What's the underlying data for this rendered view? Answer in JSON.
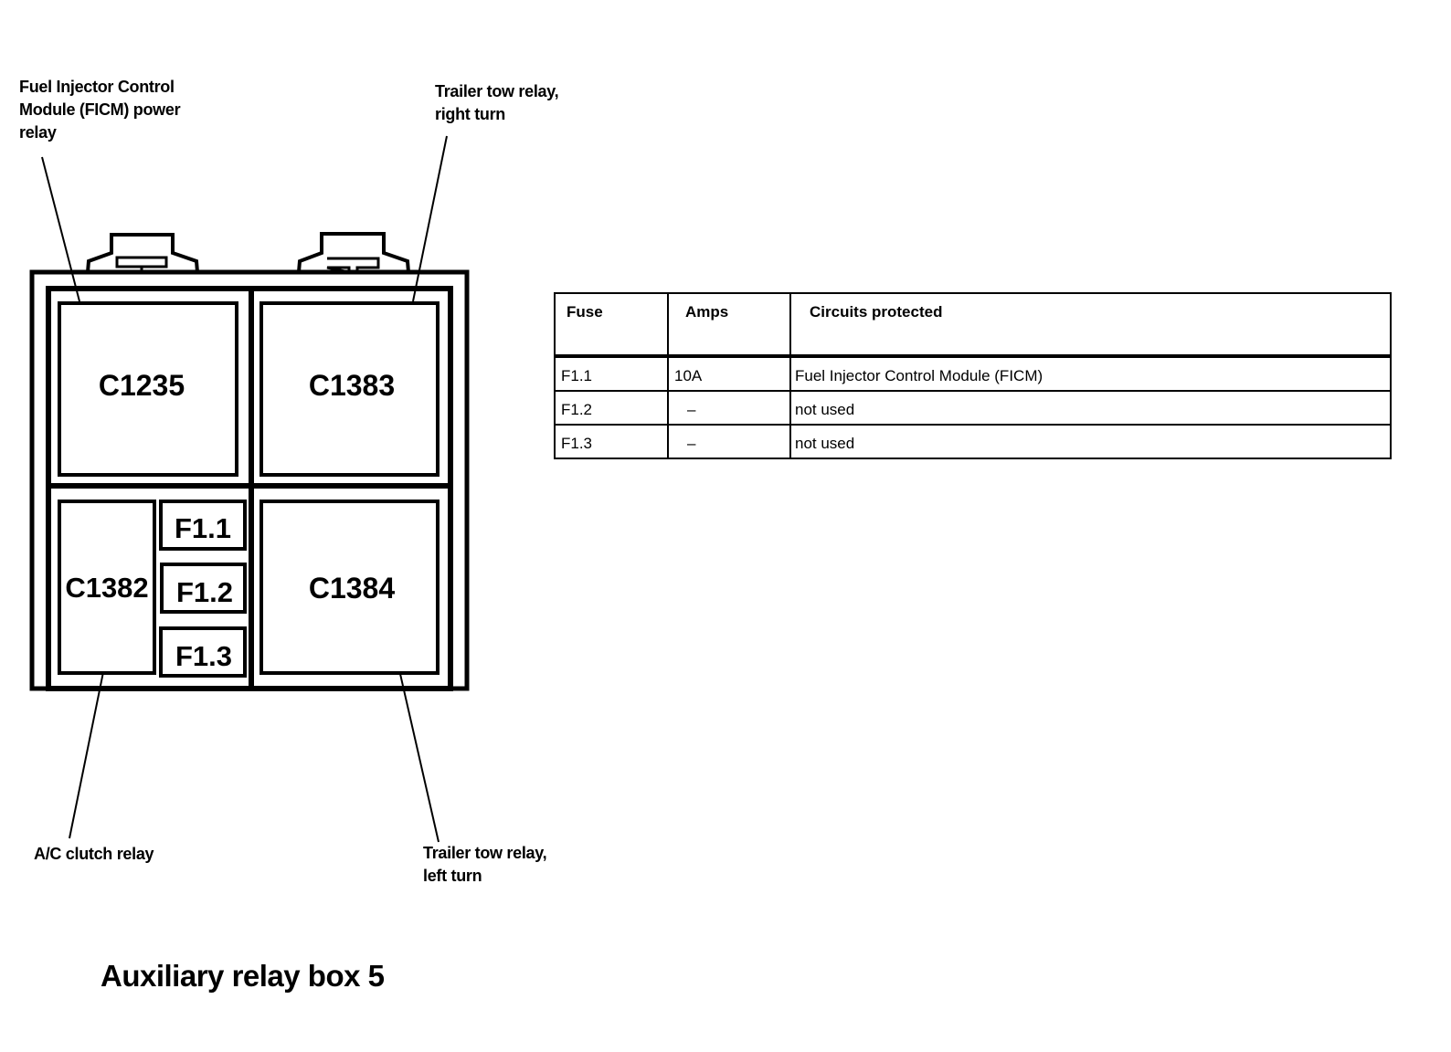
{
  "callouts": {
    "top_left": [
      "Fuel Injector Control",
      "Module (FICM) power",
      "relay"
    ],
    "top_right": [
      "Trailer tow relay,",
      "right turn"
    ],
    "bottom_left": [
      "A/C clutch relay"
    ],
    "bottom_right": [
      "Trailer tow relay,",
      "left turn"
    ]
  },
  "box": {
    "connectors": {
      "c1235": "C1235",
      "c1383": "C1383",
      "c1382": "C1382",
      "c1384": "C1384"
    },
    "fuses": [
      "F1.1",
      "F1.2",
      "F1.3"
    ]
  },
  "table": {
    "headers": [
      "Fuse",
      "Amps",
      "Circuits protected"
    ],
    "rows": [
      {
        "fuse": "F1.1",
        "amps": "10A",
        "circuit": "Fuel Injector Control Module (FICM)"
      },
      {
        "fuse": "F1.2",
        "amps": "–",
        "circuit": "not used"
      },
      {
        "fuse": "F1.3",
        "amps": "–",
        "circuit": "not used"
      }
    ]
  },
  "title": "Auxiliary relay box 5"
}
